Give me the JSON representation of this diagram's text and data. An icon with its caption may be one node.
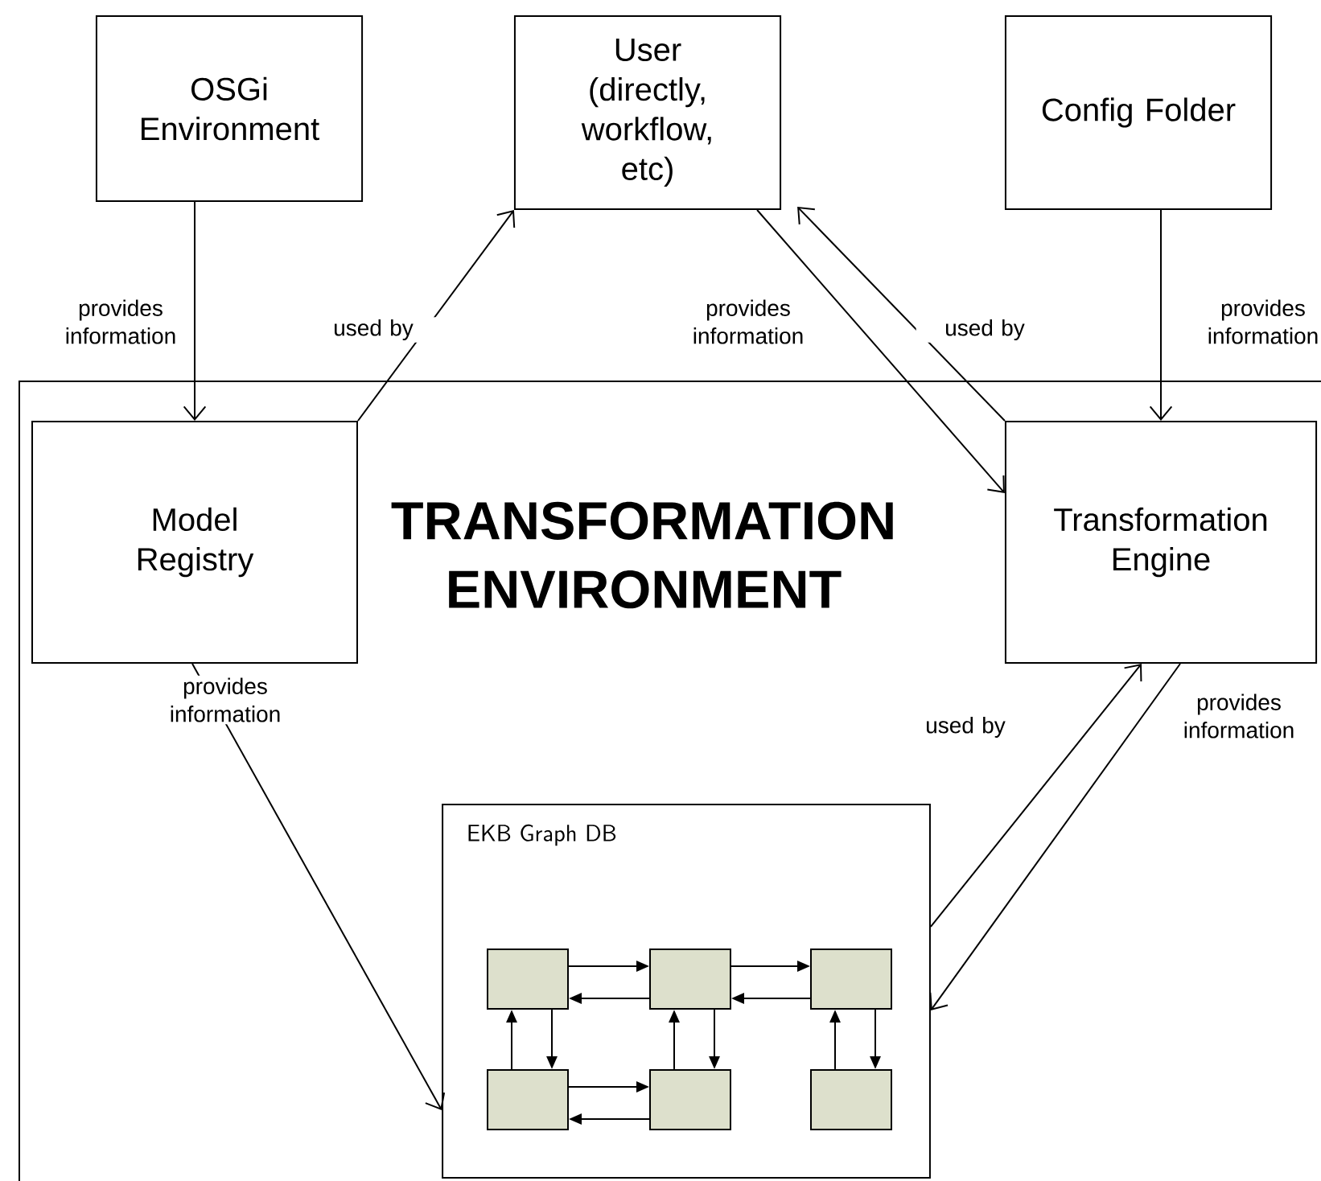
{
  "diagram": {
    "nodes": [
      {
        "text": [
          "OSGi Environment"
        ]
      },
      {
        "text": [
          "User (directly, workflow, etc)"
        ]
      },
      {
        "text": [
          "Config Folder"
        ]
      },
      {
        "text": [
          "TRANSFORMATION ENVIRONMENT"
        ]
      },
      {
        "text": [
          "Model Registry"
        ],
        "in": 3
      },
      {
        "text": [
          "Transformation Engine"
        ],
        "in": 3
      },
      {
        "text": [
          "EKB Graph DB"
        ],
        "in": 3
      },
      {
        "text": [],
        "shape": "box",
        "in": 6
      },
      {
        "text": [],
        "shape": "box",
        "in": 6
      },
      {
        "text": [],
        "shape": "box",
        "in": 6
      },
      {
        "text": [],
        "shape": "box",
        "in": 6
      },
      {
        "text": [],
        "shape": "box",
        "in": 6
      },
      {
        "text": [],
        "shape": "box",
        "in": 6
      }
    ],
    "edges": [
      {
        "from": 0,
        "to": 4,
        "arrow": "to",
        "label": "provides information"
      },
      {
        "from": 4,
        "to": 1,
        "arrow": "to",
        "label": "used by"
      },
      {
        "from": 1,
        "to": 5,
        "arrow": "to",
        "label": "provides information"
      },
      {
        "from": 5,
        "to": 1,
        "arrow": "to",
        "label": "used by"
      },
      {
        "from": 2,
        "to": 5,
        "arrow": "to",
        "label": "provides information"
      },
      {
        "from": 4,
        "to": 6,
        "arrow": "to",
        "label": "provides information"
      },
      {
        "from": 6,
        "to": 5,
        "arrow": "to",
        "label": "used by"
      },
      {
        "from": 5,
        "to": 6,
        "arrow": "to",
        "label": "provides information"
      },
      {
        "from": 7,
        "to": 8,
        "arrow": "to"
      },
      {
        "from": 8,
        "to": 7,
        "arrow": "to"
      },
      {
        "from": 8,
        "to": 9,
        "arrow": "to"
      },
      {
        "from": 9,
        "to": 8,
        "arrow": "to"
      },
      {
        "from": 10,
        "to": 7,
        "arrow": "to"
      },
      {
        "from": 7,
        "to": 10,
        "arrow": "to"
      },
      {
        "from": 10,
        "to": 11,
        "arrow": "to"
      },
      {
        "from": 11,
        "to": 10,
        "arrow": "to"
      },
      {
        "from": 11,
        "to": 8,
        "arrow": "to"
      },
      {
        "from": 8,
        "to": 11,
        "arrow": "to"
      },
      {
        "from": 12,
        "to": 9,
        "arrow": "to"
      },
      {
        "from": 9,
        "to": 12,
        "arrow": "to"
      }
    ]
  }
}
